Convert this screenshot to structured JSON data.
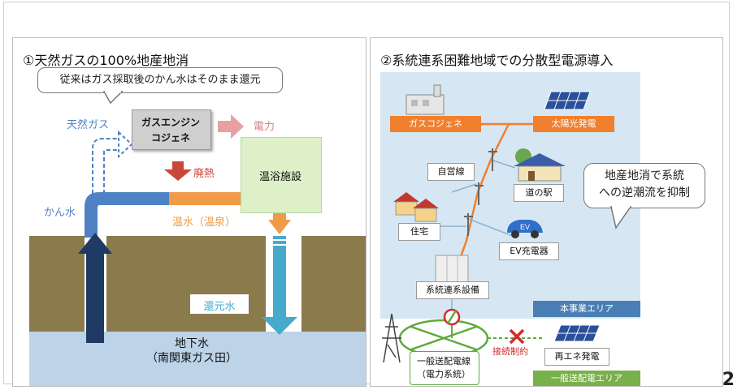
{
  "left_panel": {
    "title": "①天然ガスの100%地産地消",
    "callout": "従来はガス採取後のかん水はそのまま還元",
    "natural_gas": "天然ガス",
    "engine_line1": "ガスエンジン",
    "engine_line2": "コジェネ",
    "power": "電力",
    "waste_heat": "廃熱",
    "bath": "温浴施設",
    "brine": "かん水",
    "hot_water": "温水（温泉）",
    "return_water": "還元水",
    "groundwater_line1": "地下水",
    "groundwater_line2": "（南関東ガス田）",
    "colors": {
      "ground": "#8b7a4c",
      "groundwater": "#bcd3e8",
      "pipe_blue": "#4f82c4",
      "pipe_orange": "#f09a4a",
      "return_pipe": "#45aacb",
      "bath_box": "#ddf0c8",
      "up_arrow": "#1f3b63"
    }
  },
  "right_panel": {
    "title": "②系統連系困難地域での分散型電源導入",
    "gas_cogen": "ガスコジェネ",
    "solar": "太陽光発電",
    "private_line": "自営線",
    "roadside_station": "道の駅",
    "house": "住宅",
    "ev_charger": "EV充電器",
    "ev_label": "EV",
    "grid_equipment": "系統連系設備",
    "callout_line1": "地産地消で系統",
    "callout_line2": "への逆潮流を抑制",
    "project_area": "本事業エリア",
    "distribution_line1": "一般送配電線",
    "distribution_line2": "（電力系統）",
    "connection_limit": "接続制約",
    "renewable": "再エネ発電",
    "general_area": "一般送配電エリア",
    "colors": {
      "area_bg": "#d6e7f3",
      "orange": "#f07f2e",
      "green_line": "#5faa3c",
      "area_label": "#4a7fb5",
      "general_label": "#78b04a",
      "red": "#d62a2a"
    }
  },
  "page_number": "2"
}
